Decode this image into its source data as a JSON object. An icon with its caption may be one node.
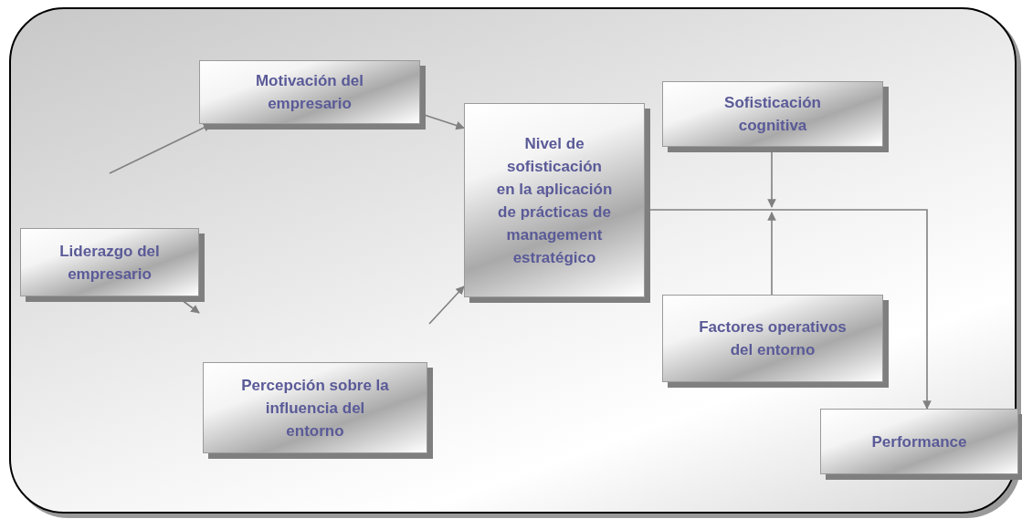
{
  "diagram": {
    "nodes": [
      {
        "text": [
          "Motivación del empresario"
        ]
      },
      {
        "text": [
          "Nivel de sofisticación en la aplicación de prácticas de management estratégico"
        ]
      },
      {
        "text": [
          "Sofisticación cognitiva"
        ]
      },
      {
        "text": [
          "Liderazgo del empresario"
        ]
      },
      {
        "text": [
          "Factores operativos del entorno"
        ]
      },
      {
        "text": [
          "Percepción sobre la influencia del entorno"
        ]
      },
      {
        "text": [
          "Performance"
        ]
      }
    ],
    "edges": [
      {
        "from": null,
        "to": 0,
        "arrow": "to"
      },
      {
        "from": 3,
        "to": null,
        "arrow": "to"
      },
      {
        "from": 0,
        "to": 1,
        "arrow": "to"
      },
      {
        "from": null,
        "to": 1,
        "arrow": "to"
      },
      {
        "from": 1,
        "to": 6,
        "arrow": "to"
      },
      {
        "from": 2,
        "to": null,
        "arrow": "to"
      },
      {
        "from": 4,
        "to": null,
        "arrow": "to"
      }
    ]
  }
}
